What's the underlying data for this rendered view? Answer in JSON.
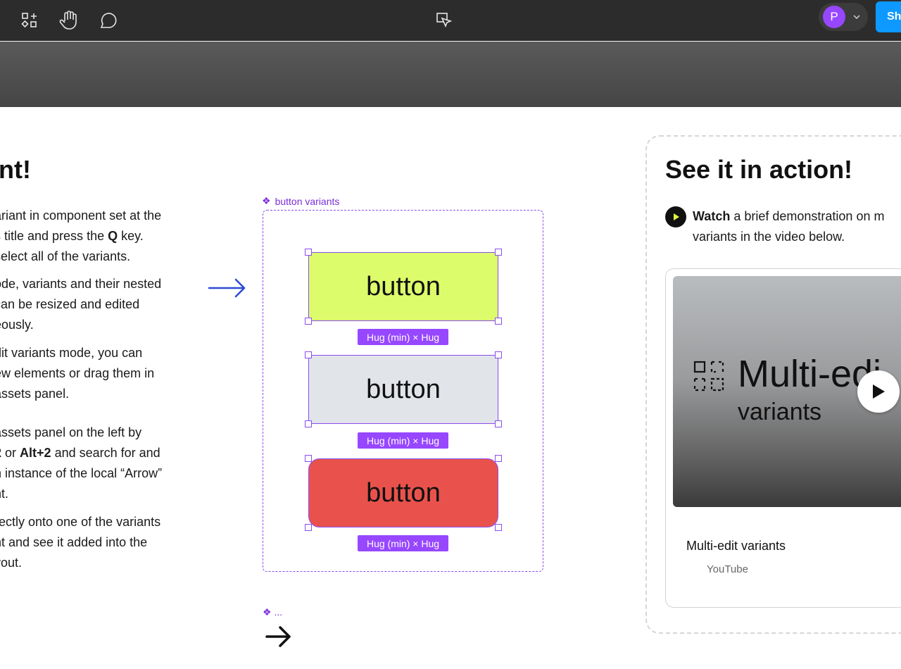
{
  "toolbar": {
    "avatar_initial": "P",
    "share_label": "Sh"
  },
  "left": {
    "title": "nt!",
    "paragraphs": [
      [
        "ariant in component set at the",
        "s title and press the ",
        "Q",
        " key.",
        "select all of the variants."
      ],
      [
        "ode, variants and their nested",
        "can be resized and edited",
        "eously."
      ],
      [
        "dit variants mode, you can",
        "ew elements or drag them in",
        "assets panel."
      ],
      [
        "assets panel on the left by",
        "2",
        " or ",
        "Alt+2",
        " and search for and",
        "n instance of the local “Arrow”",
        "nt."
      ],
      [
        "rectly onto one of the variants",
        "ht and see it added into the",
        "yout."
      ]
    ]
  },
  "component_set": {
    "label": "button variants",
    "variants": [
      {
        "label": "button",
        "size": "Hug (min) × Hug"
      },
      {
        "label": "button",
        "size": "Hug (min) × Hug"
      },
      {
        "label": "button",
        "size": "Hug (min) × Hug"
      }
    ],
    "instance_label": "..."
  },
  "right": {
    "title": "See it in action!",
    "watch_bold": "Watch",
    "watch_rest": " a brief demonstration on m",
    "watch_line2": "variants in the video below.",
    "video": {
      "thumb_title": "Multi-edi",
      "thumb_sub": "variants",
      "title": "Multi-edit variants",
      "source": "YouTube"
    }
  },
  "colors": {
    "accent": "#9747ff",
    "variant_green": "#ddfc6b",
    "variant_gray": "#e1e5ea",
    "variant_red": "#e9524c",
    "share_blue": "#0d99ff"
  }
}
